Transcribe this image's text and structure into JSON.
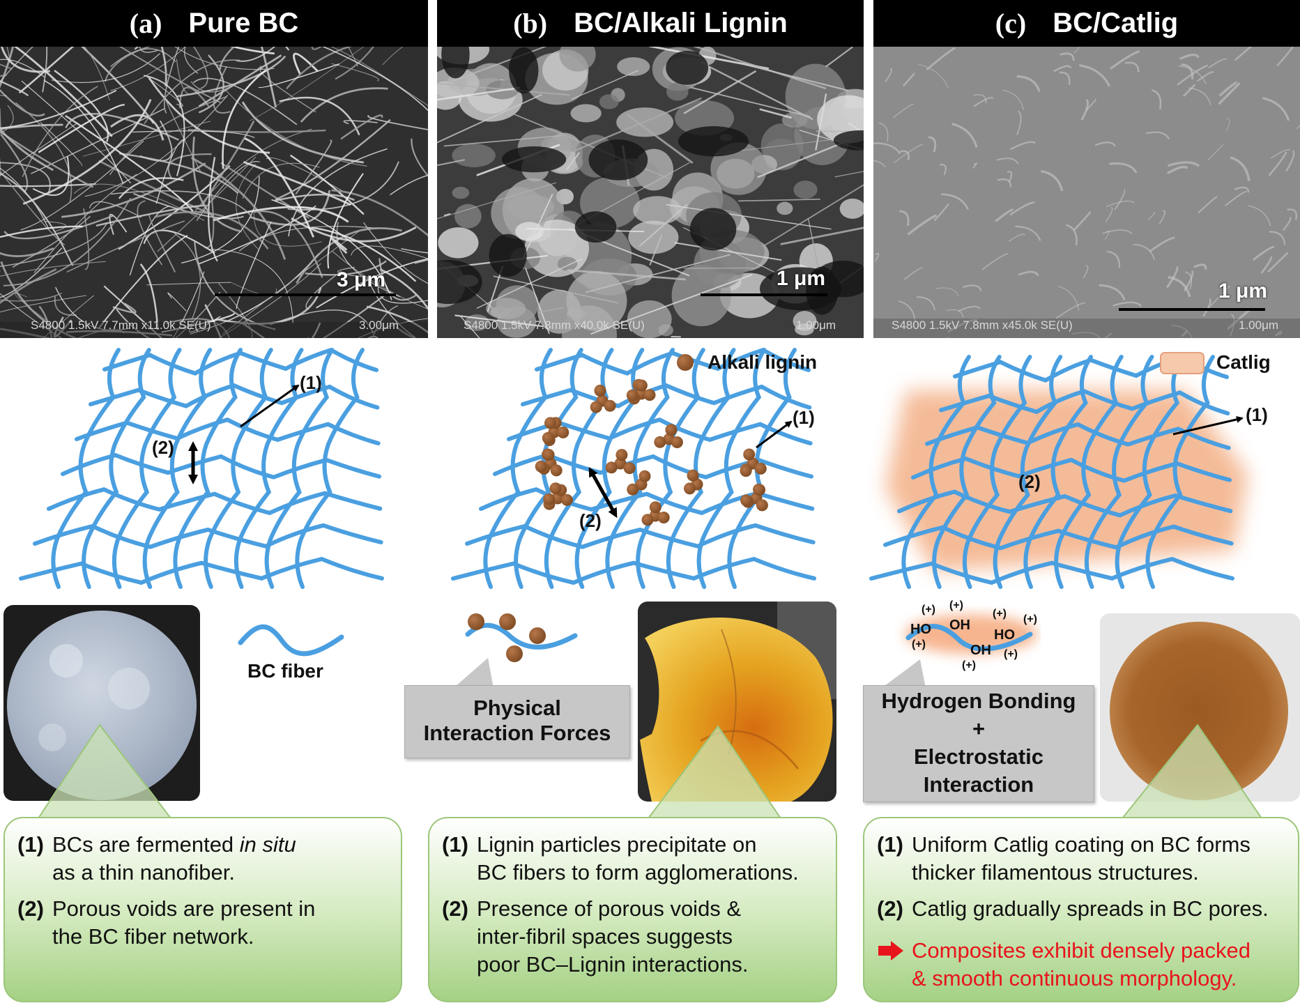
{
  "panels": [
    {
      "tag": "(a)",
      "title": "Pure BC",
      "sem_scale": "3 μm",
      "sem_info_left": "S4800 1.5kV 7.7mm x11.0k SE(U)",
      "sem_info_right": "3.00μm"
    },
    {
      "tag": "(b)",
      "title": "BC/Alkali Lignin",
      "sem_scale": "1 μm",
      "sem_info_left": "S4800 1.5kV 7.8mm x40.0k SE(U)",
      "sem_info_right": "1.00μm"
    },
    {
      "tag": "(c)",
      "title": "BC/Catlig",
      "sem_scale": "1 μm",
      "sem_info_left": "S4800 1.5kV 7.8mm x45.0k SE(U)",
      "sem_info_right": "1.00μm"
    }
  ],
  "labels": {
    "one": "(1)",
    "two": "(2)"
  },
  "legend": {
    "alkali_lignin": "Alkali lignin",
    "catlig": "Catlig",
    "bc_fiber": "BC fiber"
  },
  "interactions": {
    "physical_line1": "Physical",
    "physical_line2": "Interaction Forces",
    "hbond_line1": "Hydrogen Bonding",
    "plus": "+",
    "electro_line1": "Electrostatic",
    "electro_line2": "Interaction"
  },
  "chem": {
    "ho": "HO",
    "oh": "OH",
    "plus_charge": "(+)"
  },
  "notes_a": {
    "n1": "(1)",
    "t1_pre": "BCs are fermented ",
    "t1_em": "in situ",
    "t1_line2": "as a thin nanofiber.",
    "n2": "(2)",
    "t2_line1": "Porous voids are present in",
    "t2_line2": "the BC fiber network."
  },
  "notes_b": {
    "n1": "(1)",
    "t1_line1": "Lignin particles precipitate on",
    "t1_line2": "BC fibers to form agglomerations.",
    "n2": "(2)",
    "t2_line1": "Presence of porous voids &",
    "t2_line2": "inter-fibril spaces suggests",
    "t2_line3": "poor BC–Lignin interactions."
  },
  "notes_c": {
    "n1": "(1)",
    "t1_line1": "Uniform Catlig coating on BC forms",
    "t1_line2": "thicker filamentous structures.",
    "n2": "(2)",
    "t2_line1": "Catlig gradually spreads in BC pores.",
    "concl_line1": "Composites exhibit densely packed",
    "concl_line2": "& smooth continuous morphology."
  },
  "colors": {
    "fiber": "#4a9fe0",
    "lignin": "#96592b",
    "catlig": "#f6c9ab",
    "green_border": "#9cc67a",
    "conclusion": "#e8141c"
  },
  "icons": [
    "arrow-right-icon"
  ]
}
